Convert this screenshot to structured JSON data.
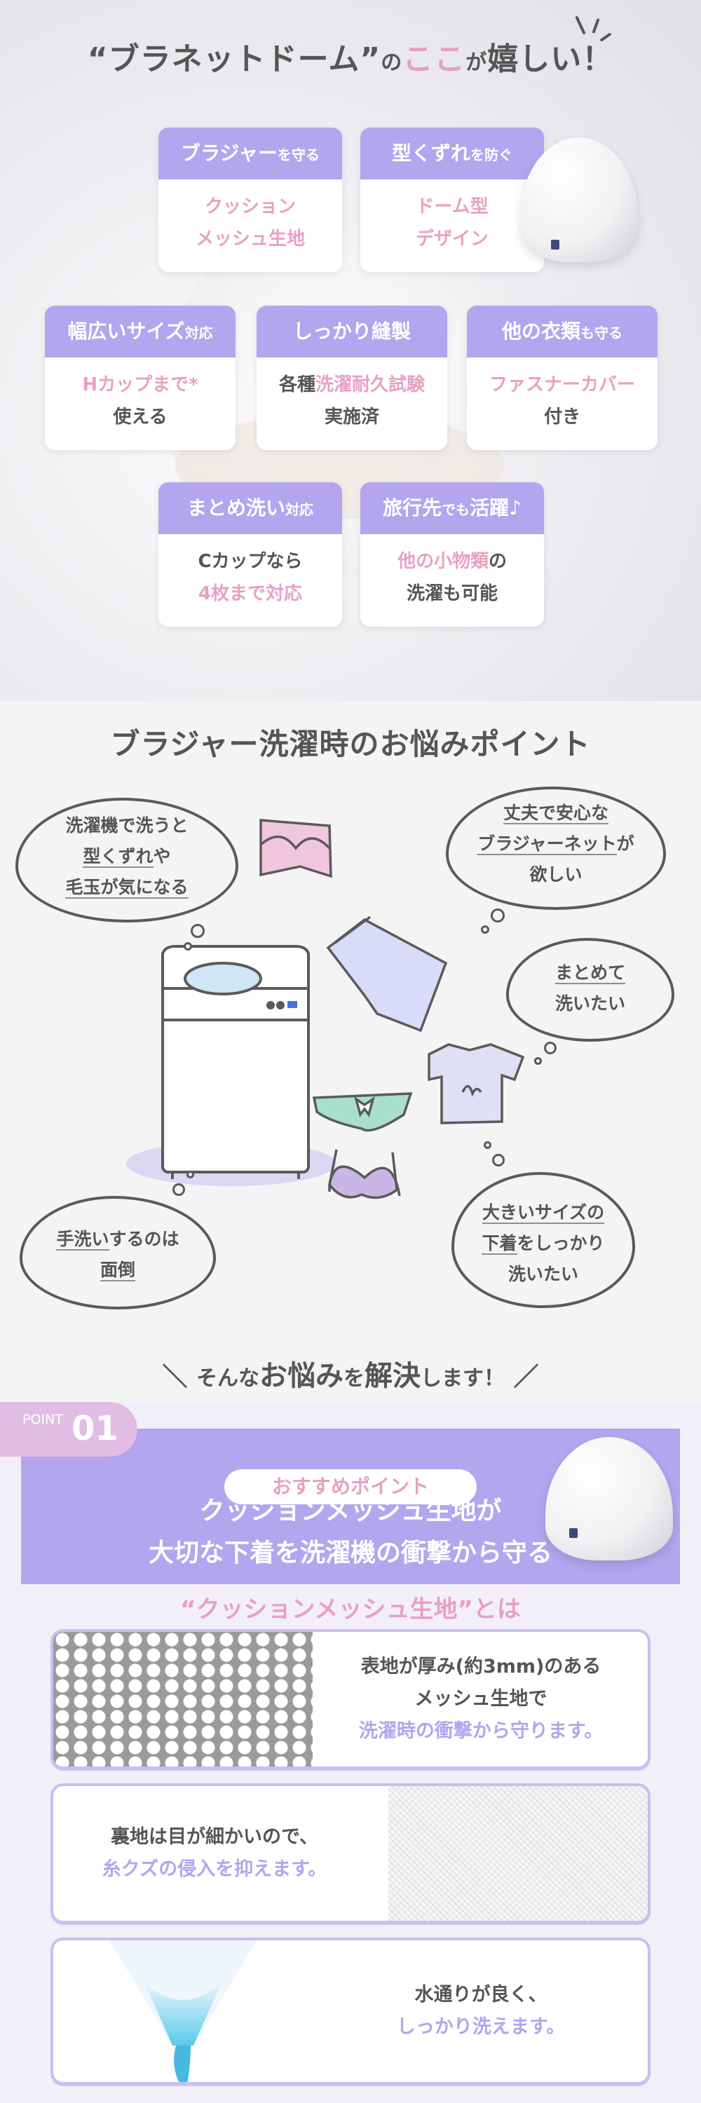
{
  "section1": {
    "title": {
      "open_quote": "“",
      "name": "ブラネットドーム",
      "close_quote": "”",
      "particle1": "の",
      "highlight": "ここ",
      "particle2": "が",
      "tail": "嬉しい！"
    },
    "features": [
      {
        "title_main": "ブラジャー",
        "title_small": "を守る",
        "line1": "クッション",
        "line2": "メッシュ生地"
      },
      {
        "title_main": "型くずれ",
        "title_small": "を防ぐ",
        "line1": "ドーム型",
        "line2": "デザイン"
      },
      {
        "title_main": "幅広いサイズ",
        "title_small": "対応",
        "line1": "Hカップまで*",
        "line2": "使える"
      },
      {
        "title_main": "しっかり縫製",
        "title_small": "",
        "line1_a": "各種",
        "line1_b": "洗濯耐久試験",
        "line2": "実施済"
      },
      {
        "title_main": "他の衣類",
        "title_small": "も守る",
        "line1": "ファスナーカバー",
        "line2": "付き"
      },
      {
        "title_main": "まとめ洗い",
        "title_small": "対応",
        "line1": "Cカップなら",
        "line2": "4枚まで対応"
      },
      {
        "title_main": "旅行先",
        "title_small": "でも",
        "title_main2": "活躍♪",
        "line1_a": "他の小物類",
        "line1_b": "の",
        "line2": "洗濯も可能"
      }
    ]
  },
  "section2": {
    "title": "ブラジャー洗濯時のお悩みポイント",
    "worries": {
      "w1": {
        "l1": "洗濯機で洗うと",
        "l2a": "型くずれ",
        "l2b": "や",
        "l3": "毛玉が気になる"
      },
      "w2": {
        "l1": "丈夫で安心な",
        "l2a": "ブラジャーネット",
        "l2b": "が",
        "l3": "欲しい"
      },
      "w3": {
        "l1": "まとめて",
        "l2": "洗いたい"
      },
      "w4": {
        "l1a": "手洗い",
        "l1b": "するのは",
        "l2": "面倒"
      },
      "w5": {
        "l1": "大きいサイズの",
        "l2a": "下着",
        "l2b": "をしっかり",
        "l3": "洗いたい"
      }
    },
    "solve": {
      "open": "＼",
      "a": "そんな",
      "b": "お悩み",
      "c": "を",
      "d": "解決",
      "e": "します！",
      "close": "／"
    }
  },
  "section3": {
    "point_label": "POINT",
    "point_number": "01",
    "recommend": "おすすめポイント",
    "headline1": "クッションメッシュ生地が",
    "headline2": "大切な下着を洗濯機の衝撃から守る",
    "subheading": "“クッションメッシュ生地”とは",
    "items": [
      {
        "l1": "表地が厚み(約3mm)のある",
        "l2": "メッシュ生地で",
        "l3": "洗濯時の衝撃から守ります。"
      },
      {
        "l1": "裏地は目が細かいので、",
        "l2": "糸クズの侵入を抑えます。"
      },
      {
        "l1": "水通りが良く、",
        "l2": "しっかり洗えます。"
      }
    ]
  },
  "colors": {
    "lavender": "#b3a5ee",
    "pink": "#e8a0c4",
    "text": "#555555"
  },
  "icons": [
    "net-dome-image",
    "washing-machine-icon",
    "bra-icon",
    "panties-icon",
    "tshirt-icon",
    "towel-icon",
    "thought-cloud"
  ]
}
